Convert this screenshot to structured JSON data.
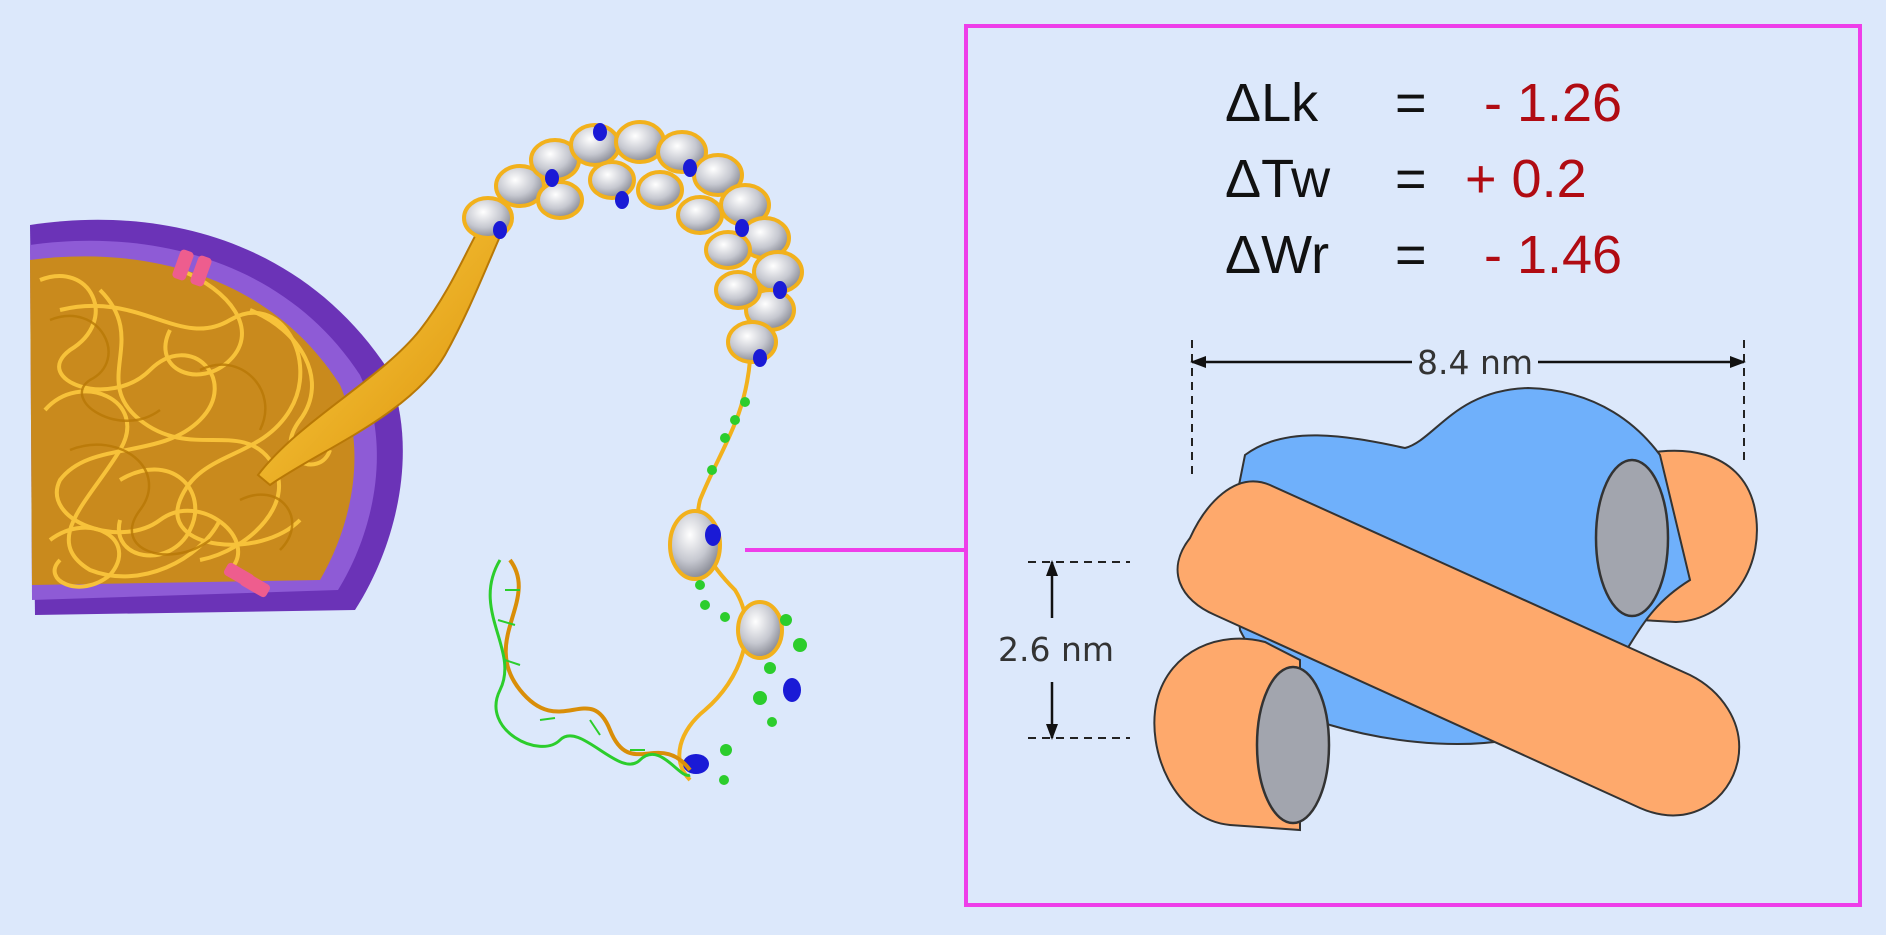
{
  "colors": {
    "background": "#dce8fb",
    "frame": "#ee3ee9",
    "value_red": "#b00b12",
    "protein_blue": "#6fb0fb",
    "dna_orange": "#fea96c",
    "end_gray": "#a2a5ae",
    "chromatin_gold": "#f2b11c",
    "nucleus_purple": "#6b33b7",
    "linker_green": "#2ccd2c",
    "histone_h1_blue": "#1a1ad6",
    "pore_pink": "#ee5d8e"
  },
  "equations": [
    {
      "symbol": "ΔLk",
      "equals": "=",
      "value": " - 1.26"
    },
    {
      "symbol": "ΔTw",
      "equals": "=",
      "value": "+ 0.2"
    },
    {
      "symbol": "ΔWr",
      "equals": "=",
      "value": " - 1.46"
    }
  ],
  "dimensions": {
    "width_label": "8.4 nm",
    "height_label": "2.6 nm"
  }
}
